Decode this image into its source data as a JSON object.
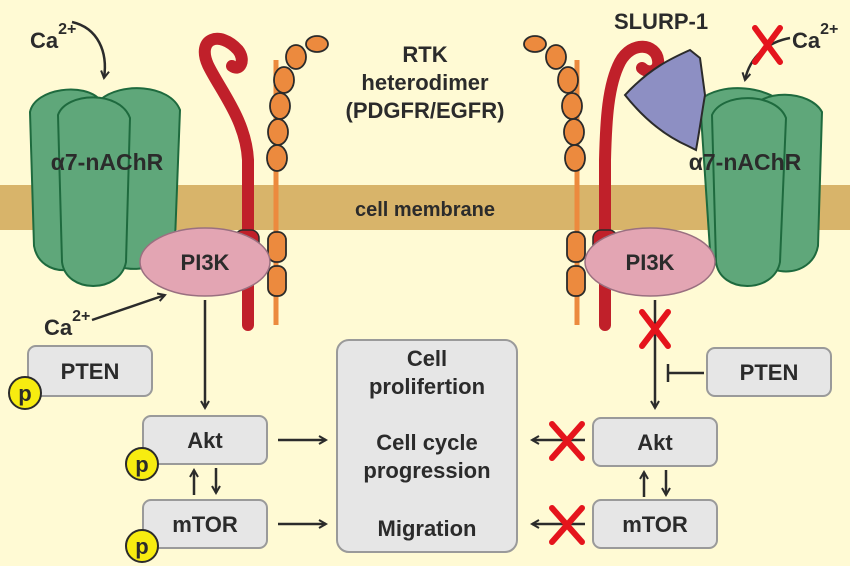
{
  "colors": {
    "background": "#fffad4",
    "membrane": "#d8b46a",
    "receptor": "#5fa77a",
    "pi3k": "#e3a5b3",
    "rtk_red": "#c0202a",
    "rtk_orange": "#ec8a3e",
    "slurp": "#8d8fc3",
    "box": "#e6e6e6",
    "phospho": "#f7ec10",
    "inhibit": "#e5141c"
  },
  "labels": {
    "ca_left_top": "Ca",
    "ca_left_top_sup": "2+",
    "ca_left_bottom": "Ca",
    "ca_left_bottom_sup": "2+",
    "ca_right": "Ca",
    "ca_right_sup": "2+",
    "slurp": "SLURP-1",
    "rtk_line1": "RTK",
    "rtk_line2": "heterodimer",
    "rtk_line3": "(PDGFR/EGFR)",
    "receptor_left": "α7-nAChR",
    "receptor_right": "α7-nAChR",
    "membrane": "cell membrane",
    "pi3k_left": "PI3K",
    "pi3k_right": "PI3K",
    "pten_left": "PTEN",
    "pten_right": "PTEN",
    "akt_left": "Akt",
    "akt_right": "Akt",
    "mtor_left": "mTOR",
    "mtor_right": "mTOR",
    "phospho": "p"
  },
  "outcomes": {
    "line1": "Cell",
    "line2": "prolifertion",
    "line3": "Cell cycle",
    "line4": "progression",
    "line5": "Migration"
  }
}
